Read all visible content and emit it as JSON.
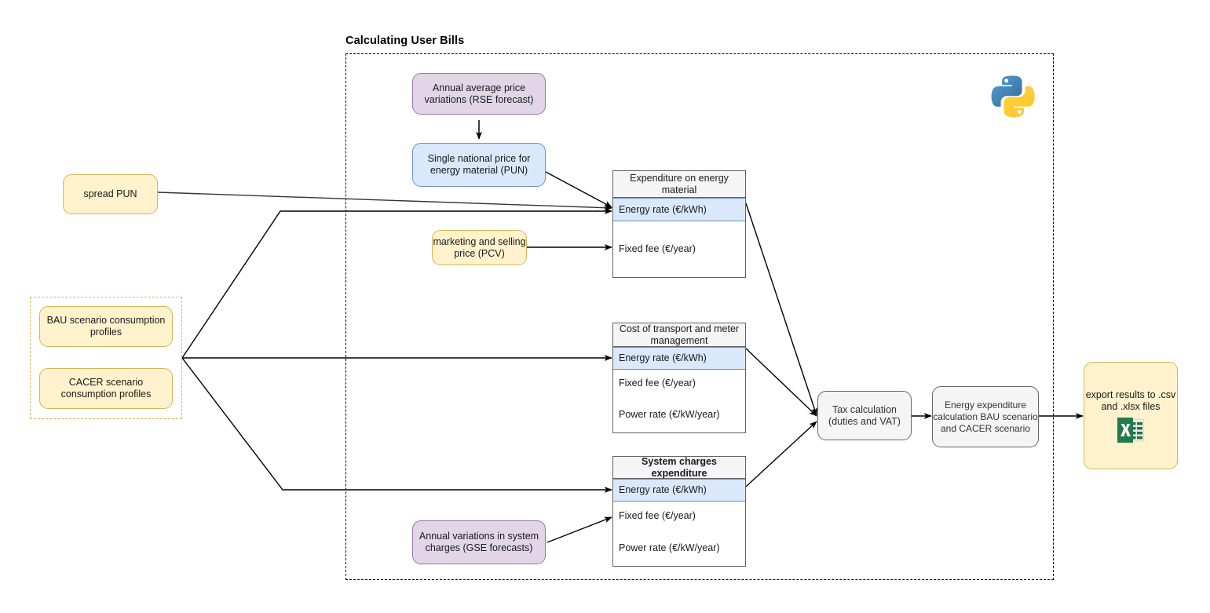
{
  "diagram": {
    "frame_title": "Calculating User Bills",
    "python_icon": "python-logo-icon",
    "excel_icon": "excel-file-icon"
  },
  "inputs": {
    "spread_pun": "spread PUN",
    "bau_profiles": "BAU scenario consumption profiles",
    "cacer_profiles": "CACER scenario consumption profiles",
    "rse_forecast": "Annual average price variations (RSE forecast)",
    "pun": "Single national price for energy material (PUN)",
    "pcv": "marketing and selling price (PCV)",
    "gse_forecast": "Annual variations in system charges (GSE forecasts)"
  },
  "tables": [
    {
      "id": "expenditure-on-energy-material",
      "header": "Expenditure on energy material",
      "header_bold": false,
      "rows": [
        {
          "label": "Energy rate (€/kWh)",
          "highlight": true
        },
        {
          "label": "Fixed fee (€/year)",
          "highlight": false
        }
      ]
    },
    {
      "id": "cost-of-transport-and-meter-management",
      "header": "Cost of transport and meter management",
      "header_bold": false,
      "rows": [
        {
          "label": "Energy rate (€/kWh)",
          "highlight": true
        },
        {
          "label": "Fixed fee (€/year)",
          "highlight": false
        },
        {
          "label": "Power rate (€/kW/year)",
          "highlight": false
        }
      ]
    },
    {
      "id": "system-charges-expenditure",
      "header": "System charges expenditure",
      "header_bold": true,
      "rows": [
        {
          "label": "Energy rate (€/kWh)",
          "highlight": true
        },
        {
          "label": "Fixed fee (€/year)",
          "highlight": false
        },
        {
          "label": "Power rate (€/kW/year)",
          "highlight": false
        }
      ]
    }
  ],
  "process": {
    "tax_calculation": "Tax calculation (duties and VAT)",
    "energy_expenditure": "Energy expenditure calculation BAU scenario and CACER scenario",
    "export": "export results to .csv and .xlsx files"
  },
  "colors": {
    "yellow_fill": "#fff2cc",
    "yellow_stroke": "#d6b656",
    "purple_fill": "#e1d5e7",
    "purple_stroke": "#9673a6",
    "blue_fill": "#dae8fc",
    "blue_stroke": "#6c8ebf",
    "grey_fill": "#f5f5f5",
    "grey_stroke": "#666666",
    "table_header_fill": "#f5f5f5",
    "edge_stroke": "#000000",
    "excel_green": "#1f7244"
  }
}
